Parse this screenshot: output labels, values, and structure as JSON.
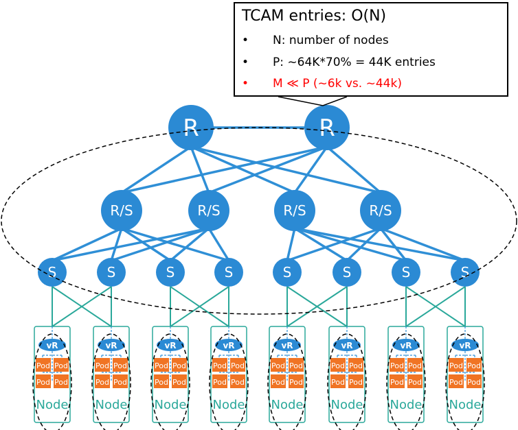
{
  "callout": {
    "title": "TCAM entries: O(N)",
    "bullets": [
      {
        "marker": "•",
        "text": "N: number of nodes",
        "color": "#000000"
      },
      {
        "marker": "•",
        "text": "P: ~64K*70% = 44K entries",
        "color": "#000000"
      },
      {
        "marker": "•",
        "text": "M ≪ P (~6k vs. ~44k)",
        "color": "#ff0000"
      }
    ]
  },
  "topology": {
    "colors": {
      "switch_fill": "#2b8ad4",
      "switch_link": "#2f8fd6",
      "node_link": "#2aa89a",
      "node_border": "#2aa89a",
      "pod_fill": "#f07424",
      "label_text": "#ffffff",
      "node_label": "#2aa89a",
      "dashed": "#000000"
    },
    "routers": [
      {
        "label": "R"
      },
      {
        "label": "R"
      }
    ],
    "router_switches": [
      {
        "label": "R/S"
      },
      {
        "label": "R/S"
      },
      {
        "label": "R/S"
      },
      {
        "label": "R/S"
      }
    ],
    "switches": [
      {
        "label": "S"
      },
      {
        "label": "S"
      },
      {
        "label": "S"
      },
      {
        "label": "S"
      },
      {
        "label": "S"
      },
      {
        "label": "S"
      },
      {
        "label": "S"
      },
      {
        "label": "S"
      }
    ],
    "nodes": [
      {
        "label": "Node",
        "vr_label": "vR",
        "pods": [
          "Pod",
          "Pod",
          "Pod",
          "Pod"
        ]
      },
      {
        "label": "Node",
        "vr_label": "vR",
        "pods": [
          "Pod",
          "Pod",
          "Pod",
          "Pod"
        ]
      },
      {
        "label": "Node",
        "vr_label": "vR",
        "pods": [
          "Pod",
          "Pod",
          "Pod",
          "Pod"
        ]
      },
      {
        "label": "Node",
        "vr_label": "vR",
        "pods": [
          "Pod",
          "Pod",
          "Pod",
          "Pod"
        ]
      },
      {
        "label": "Node",
        "vr_label": "vR",
        "pods": [
          "Pod",
          "Pod",
          "Pod",
          "Pod"
        ]
      },
      {
        "label": "Node",
        "vr_label": "vR",
        "pods": [
          "Pod",
          "Pod",
          "Pod",
          "Pod"
        ]
      },
      {
        "label": "Node",
        "vr_label": "vR",
        "pods": [
          "Pod",
          "Pod",
          "Pod",
          "Pod"
        ]
      },
      {
        "label": "Node",
        "vr_label": "vR",
        "pods": [
          "Pod",
          "Pod",
          "Pod",
          "Pod"
        ]
      }
    ],
    "links": {
      "router_peer": [
        [
          0,
          1
        ]
      ],
      "router_to_rs": [
        [
          0,
          0
        ],
        [
          0,
          1
        ],
        [
          0,
          2
        ],
        [
          0,
          3
        ],
        [
          1,
          0
        ],
        [
          1,
          1
        ],
        [
          1,
          2
        ],
        [
          1,
          3
        ]
      ],
      "rs_to_switch": [
        [
          0,
          0
        ],
        [
          0,
          1
        ],
        [
          0,
          2
        ],
        [
          0,
          3
        ],
        [
          1,
          0
        ],
        [
          1,
          1
        ],
        [
          1,
          2
        ],
        [
          1,
          3
        ],
        [
          2,
          4
        ],
        [
          2,
          5
        ],
        [
          2,
          6
        ],
        [
          2,
          7
        ],
        [
          3,
          4
        ],
        [
          3,
          5
        ],
        [
          3,
          6
        ],
        [
          3,
          7
        ]
      ],
      "switch_to_node": [
        [
          0,
          0
        ],
        [
          0,
          1
        ],
        [
          1,
          0
        ],
        [
          1,
          1
        ],
        [
          2,
          2
        ],
        [
          2,
          3
        ],
        [
          3,
          2
        ],
        [
          3,
          3
        ],
        [
          4,
          4
        ],
        [
          4,
          5
        ],
        [
          5,
          4
        ],
        [
          5,
          5
        ],
        [
          6,
          6
        ],
        [
          6,
          7
        ],
        [
          7,
          6
        ],
        [
          7,
          7
        ]
      ]
    }
  }
}
